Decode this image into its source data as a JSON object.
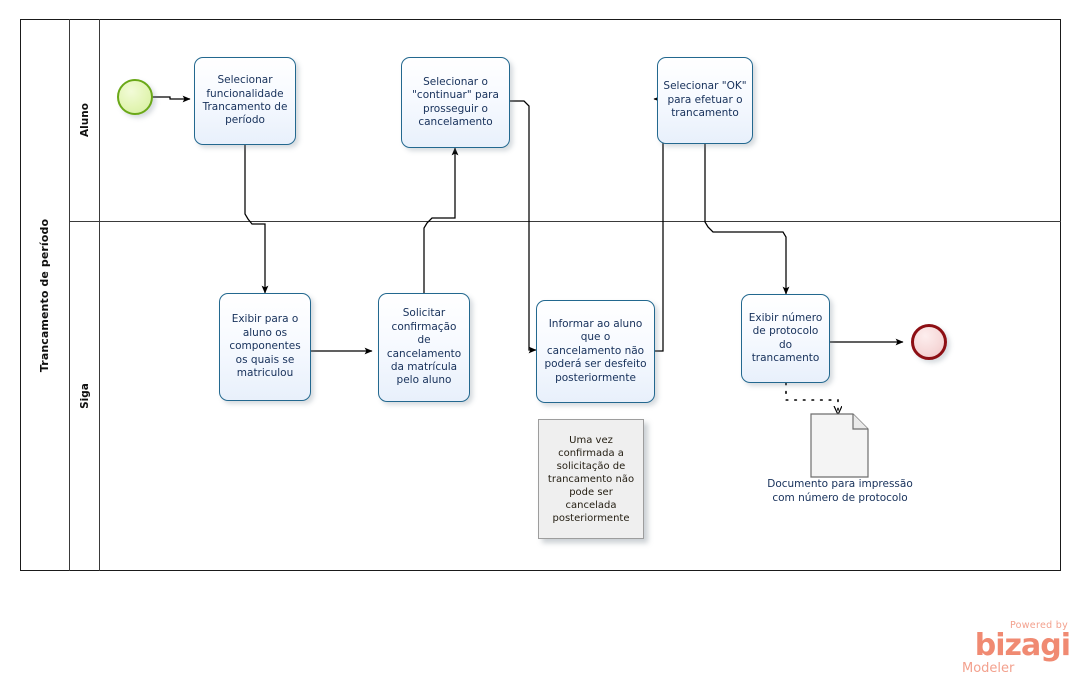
{
  "diagram": {
    "pool_label": "Trancamento de período",
    "lanes": [
      {
        "id": "aluno",
        "label": "Aluno"
      },
      {
        "id": "siga",
        "label": "Siga"
      }
    ],
    "events": [
      {
        "id": "start",
        "type": "start-event",
        "lane": "aluno",
        "label": ""
      },
      {
        "id": "end",
        "type": "end-event",
        "lane": "siga",
        "label": ""
      }
    ],
    "tasks": [
      {
        "id": "t1",
        "lane": "aluno",
        "label": "Selecionar funcionalidade Trancamento de período"
      },
      {
        "id": "t2",
        "lane": "aluno",
        "label": "Selecionar o \"continuar\" para prosseguir o cancelamento"
      },
      {
        "id": "t3",
        "lane": "aluno",
        "label": "Selecionar \"OK\" para efetuar o trancamento"
      },
      {
        "id": "t4",
        "lane": "siga",
        "label": "Exibir para o aluno os componentes os quais se matriculou"
      },
      {
        "id": "t5",
        "lane": "siga",
        "label": "Solicitar confirmação de cancelamento da matrícula pelo aluno"
      },
      {
        "id": "t6",
        "lane": "siga",
        "label": "Informar ao aluno que o cancelamento não poderá ser desfeito posteriormente"
      },
      {
        "id": "t7",
        "lane": "siga",
        "label": "Exibir número de protocolo do trancamento"
      }
    ],
    "annotations": [
      {
        "id": "note1",
        "type": "text-annotation",
        "label": "Uma vez confirmada a solicitação de trancamento não pode  ser cancelada posteriormente"
      }
    ],
    "data_objects": [
      {
        "id": "doc1",
        "type": "document",
        "label": "Documento para impressão com número de protocolo"
      }
    ],
    "colors": {
      "task_border": "#23688f",
      "task_text": "#16305a",
      "start_event": "#6aa818",
      "end_event": "#8d0f14",
      "pool_border": "#1a1a1a",
      "note_fill": "#efefef",
      "logo": "#f08a72"
    }
  },
  "branding": {
    "powered_by": "Powered by",
    "product": "bizagi",
    "edition": "Modeler"
  }
}
